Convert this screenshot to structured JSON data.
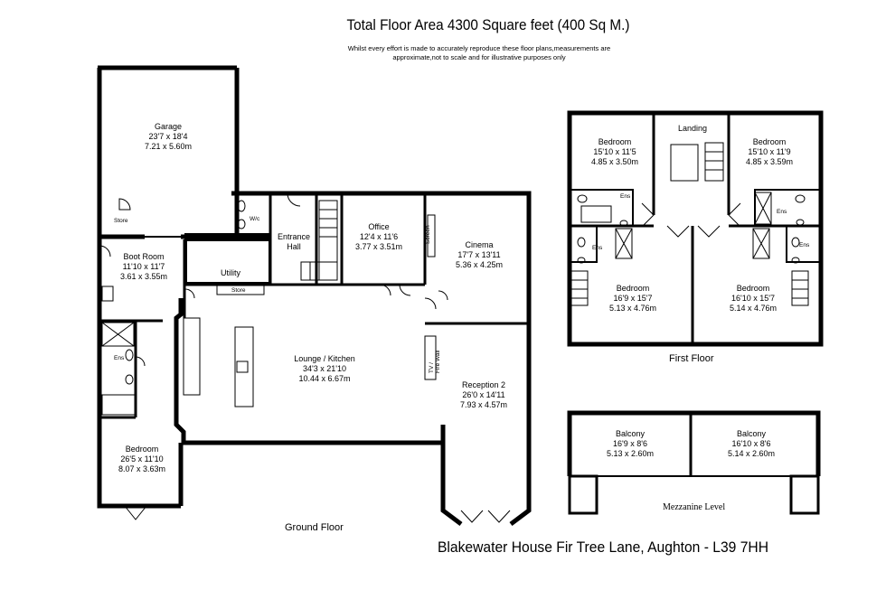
{
  "header": {
    "title": "Total Floor Area 4300 Square feet (400 Sq M.)",
    "disclaimer_line1": "Whilst every effort is made to accurately reproduce these floor plans,measurements are",
    "disclaimer_line2": "approximate,not to scale and for illustrative purposes only"
  },
  "address": "Blakewater House Fir Tree Lane, Aughton - L39 7HH",
  "floors": {
    "ground": "Ground Floor",
    "first": "First Floor",
    "mezzanine": "Mezzanine Level"
  },
  "ground_rooms": {
    "garage": {
      "name": "Garage",
      "imperial": "23'7 x 18'4",
      "metric": "7.21 x 5.60m"
    },
    "boot_room": {
      "name": "Boot Room",
      "imperial": "11'10 x 11'7",
      "metric": "3.61 x 3.55m"
    },
    "entrance_hall": {
      "line1": "Entrance",
      "line2": "Hall"
    },
    "office": {
      "name": "Office",
      "imperial": "12'4 x 11'6",
      "metric": "3.77 x 3.51m"
    },
    "cinema": {
      "name": "Cinema",
      "imperial": "17'7 x 13'11",
      "metric": "5.36 x 4.25m"
    },
    "utility": {
      "name": "Utility"
    },
    "lounge_kitchen": {
      "name": "Lounge / Kitchen",
      "imperial": "34'3 x 21'10",
      "metric": "10.44 x 6.67m"
    },
    "reception2": {
      "name": "Reception 2",
      "imperial": "26'0 x 14'11",
      "metric": "7.93 x 4.57m"
    },
    "bedroom": {
      "name": "Bedroom",
      "imperial": "26'5 x 11'10",
      "metric": "8.07 x 3.63m"
    }
  },
  "ground_labels": {
    "store_garage": "Store",
    "wc": "W/c",
    "store_utility": "Store",
    "screen": "Screen",
    "tv_line1": "TV /",
    "tv_line2": "Fire Wall",
    "ens": "Ens"
  },
  "first_rooms": {
    "landing": {
      "name": "Landing"
    },
    "bedroom_tl": {
      "name": "Bedroom",
      "imperial": "15'10 x 11'5",
      "metric": "4.85 x 3.50m"
    },
    "bedroom_tr": {
      "name": "Bedroom",
      "imperial": "15'10 x 11'9",
      "metric": "4.85 x 3.59m"
    },
    "bedroom_bl": {
      "name": "Bedroom",
      "imperial": "16'9 x 15'7",
      "metric": "5.13 x 4.76m"
    },
    "bedroom_br": {
      "name": "Bedroom",
      "imperial": "16'10 x 15'7",
      "metric": "5.14 x 4.76m"
    }
  },
  "first_labels": {
    "ens": "Ens"
  },
  "mezz_rooms": {
    "balcony_l": {
      "name": "Balcony",
      "imperial": "16'9 x 8'6",
      "metric": "5.13 x 2.60m"
    },
    "balcony_r": {
      "name": "Balcony",
      "imperial": "16'10 x 8'6",
      "metric": "5.14 x 2.60m"
    }
  }
}
